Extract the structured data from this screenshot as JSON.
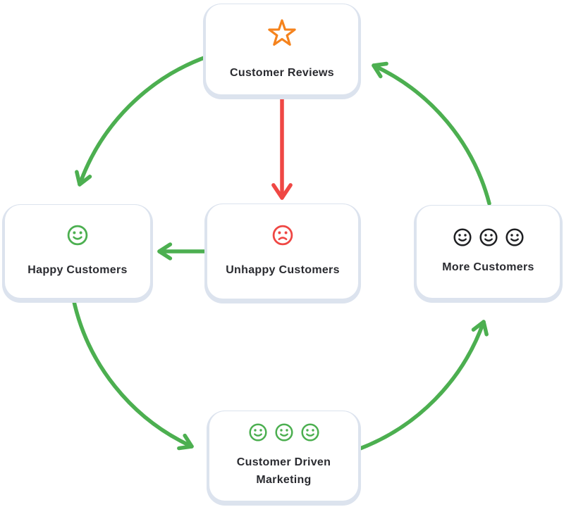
{
  "diagram": {
    "type": "cycle-flowchart",
    "colors": {
      "green": "#4CAF50",
      "red": "#EF4744",
      "orange": "#F5831D",
      "black_icon": "#1F2023",
      "label_text": "#2A2B30",
      "card_background": "#FFFFFF",
      "card_shadow": "#DCE3EE",
      "background": "#FFFFFF"
    },
    "nodes": [
      {
        "id": "customer-reviews",
        "label": "Customer Reviews",
        "icon": "star-icon",
        "icon_color": "#F5831D"
      },
      {
        "id": "unhappy-customers",
        "label": "Unhappy Customers",
        "icon": "sad-face-icon",
        "icon_color": "#EF4744"
      },
      {
        "id": "happy-customers",
        "label": "Happy Customers",
        "icon": "happy-face-icon",
        "icon_color": "#4CAF50"
      },
      {
        "id": "more-customers",
        "label": "More Customers",
        "icon": "three-happy-faces-icon",
        "icon_color": "#1F2023"
      },
      {
        "id": "customer-driven-marketing",
        "label": "Customer Driven Marketing",
        "icon": "three-happy-faces-icon",
        "icon_color": "#4CAF50"
      }
    ],
    "edges": [
      {
        "from": "customer-reviews",
        "to": "unhappy-customers",
        "color": "#EF4744",
        "shape": "straight-down"
      },
      {
        "from": "unhappy-customers",
        "to": "happy-customers",
        "color": "#4CAF50",
        "shape": "straight-left"
      },
      {
        "from": "customer-reviews",
        "to": "happy-customers",
        "color": "#4CAF50",
        "shape": "arc-counterclockwise"
      },
      {
        "from": "happy-customers",
        "to": "customer-driven-marketing",
        "color": "#4CAF50",
        "shape": "arc-counterclockwise"
      },
      {
        "from": "customer-driven-marketing",
        "to": "more-customers",
        "color": "#4CAF50",
        "shape": "arc-counterclockwise"
      },
      {
        "from": "more-customers",
        "to": "customer-reviews",
        "color": "#4CAF50",
        "shape": "arc-counterclockwise"
      }
    ]
  }
}
